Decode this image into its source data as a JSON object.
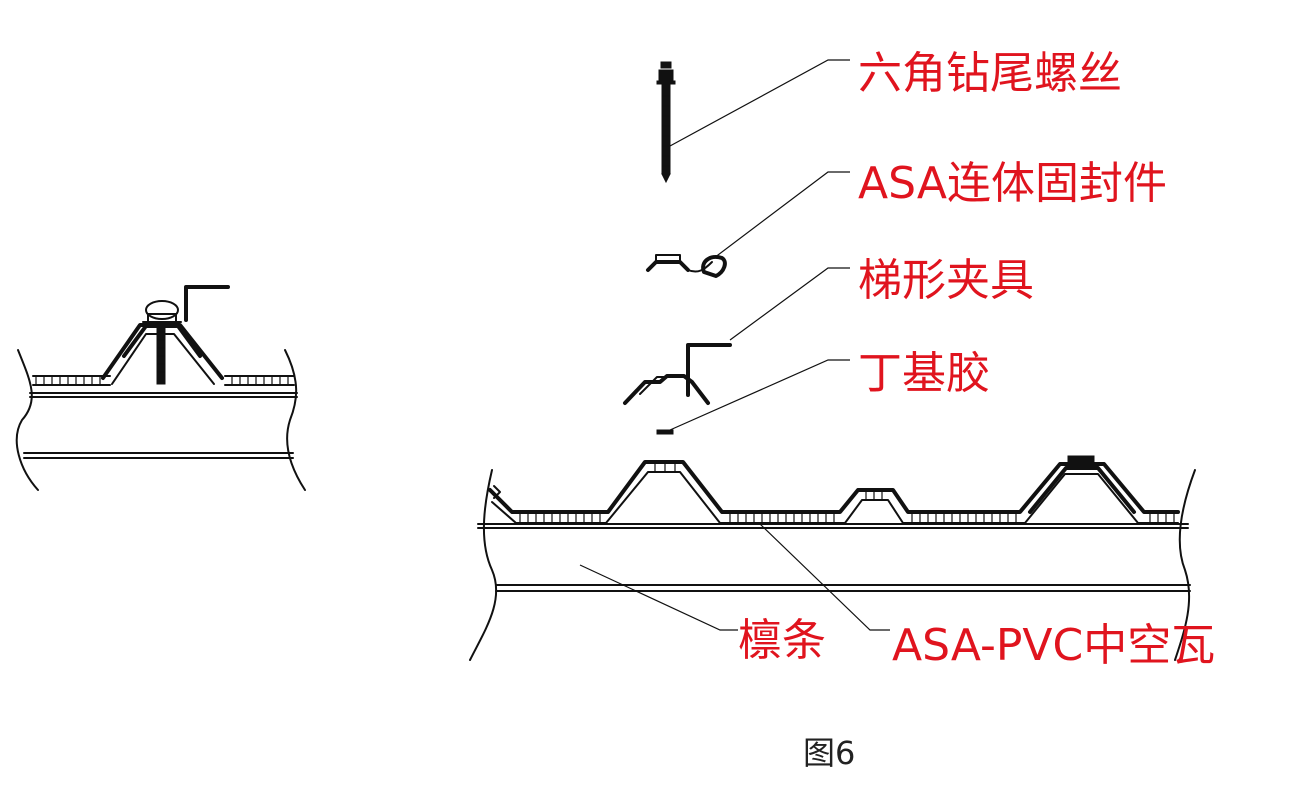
{
  "labels": {
    "screw": "六角钻尾螺丝",
    "seal": "ASA连体固封件",
    "clamp": "梯形夹具",
    "rubber": "丁基胶",
    "purlin": "檩条",
    "tile": "ASA-PVC中空瓦"
  },
  "caption": "图6",
  "colors": {
    "label": "#e0141e",
    "line": "#111111",
    "caption": "#222222"
  }
}
